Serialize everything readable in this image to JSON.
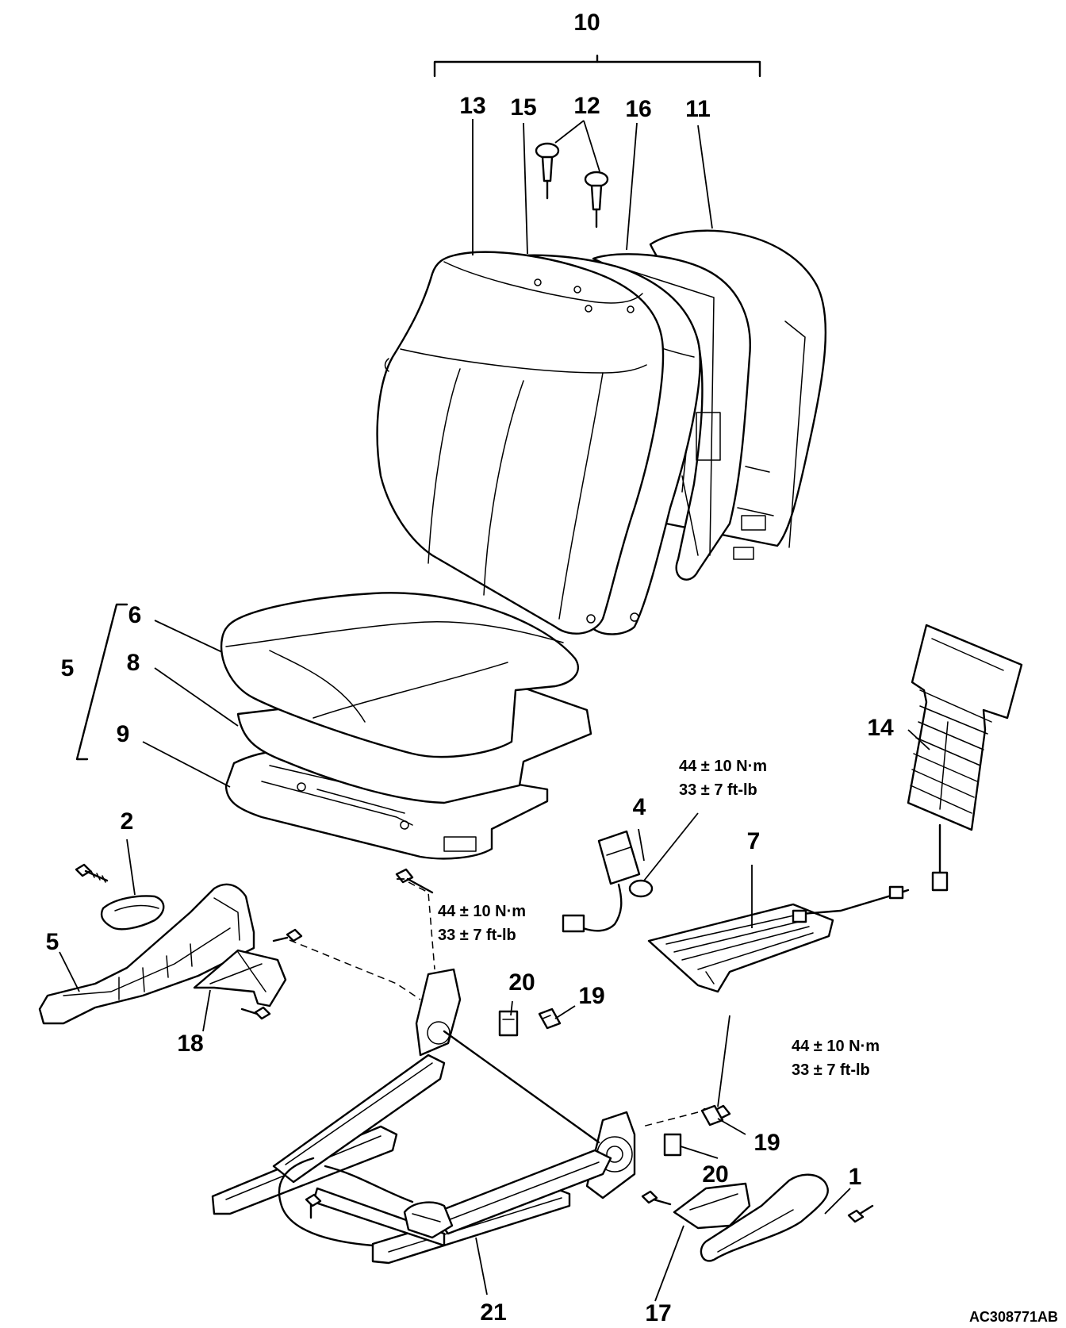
{
  "callouts": {
    "c1": "1",
    "c2": "2",
    "c4": "4",
    "c5a": "5",
    "c5b": "5",
    "c6": "6",
    "c7": "7",
    "c8": "8",
    "c9": "9",
    "c10": "10",
    "c11": "11",
    "c12": "12",
    "c13": "13",
    "c14": "14",
    "c15": "15",
    "c16": "16",
    "c17": "17",
    "c18": "18",
    "c19a": "19",
    "c19b": "19",
    "c20a": "20",
    "c20b": "20",
    "c21": "21"
  },
  "torque_specs": {
    "belt_anchor": {
      "metric": "44 ± 10 N·m",
      "imperial": "33 ± 7 ft-lb"
    },
    "belt_buckle": {
      "metric": "44 ± 10 N·m",
      "imperial": "33 ± 7 ft-lb"
    },
    "frame_bolt": {
      "metric": "44 ± 10 N·m",
      "imperial": "33 ± 7 ft-lb"
    }
  },
  "figure_code": "AC308771AB"
}
